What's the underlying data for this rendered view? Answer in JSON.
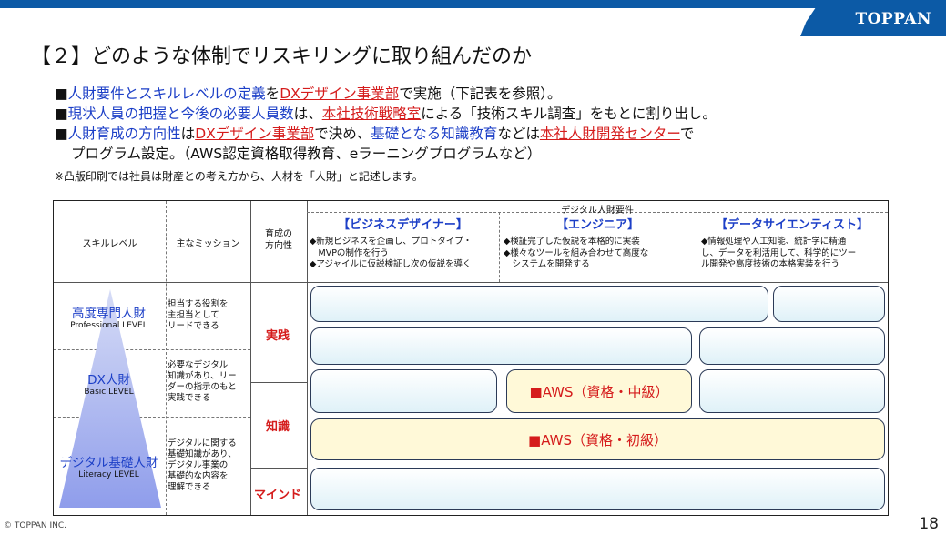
{
  "brand": {
    "logo": "TOPPAN",
    "copyright": "© TOPPAN INC.",
    "page_number": "18"
  },
  "heading": "【２】どのような体制でリスキリングに取り組んだのか",
  "bullets": [
    {
      "bullet": "■",
      "a": "人財要件とスキルレベルの定義",
      "b": "を",
      "c": "DXデザイン事業部",
      "d": "で実施（下記表を参照）。"
    },
    {
      "bullet": "■",
      "a": "現状人員の把握と今後の必要人員数",
      "b": "は、",
      "c": "本社技術戦略室",
      "d": "による「技術スキル調査」をもとに割り出し。"
    },
    {
      "bullet": "■",
      "a": "人財育成の方向性",
      "b": "は",
      "c": "DXデザイン事業部",
      "d": "で決め、",
      "e": "基礎となる知識教育",
      "f": "などは",
      "g": "本社人財開発センター",
      "h": "で"
    },
    {
      "line2": "プログラム設定。（AWS認定資格取得教育、eラーニングプログラムなど）"
    }
  ],
  "note": "※凸版印刷では社員は財産との考え方から、人材を「人財」と記述します。",
  "table": {
    "col_skill": "スキルレベル",
    "col_mission": "主なミッション",
    "col_direction": "育成の\n方向性",
    "req_header": "デジタル人財要件",
    "roles": [
      {
        "title": "【ビジネスデザイナー】",
        "desc": [
          "◆新規ビジネスを企画し、プロトタイプ・",
          "　MVPの制作を行う",
          "◆アジャイルに仮説検証し次の仮説を導く"
        ]
      },
      {
        "title": "【エンジニア】",
        "desc": [
          "◆検証完了した仮説を本格的に実装",
          "◆様々なツールを組み合わせて高度な",
          "　システムを開発する"
        ]
      },
      {
        "title": "【データサイエンティスト】",
        "desc": [
          "◆情報処理や人工知能、統計学に精通",
          "し、データを利活用して、科学的にツー",
          "ル開発や高度技術の本格実装を行う"
        ]
      }
    ],
    "levels": [
      {
        "title": "高度専門人財",
        "sub": "Professional LEVEL",
        "mission": [
          "担当する役割を",
          "主担当として",
          "リードできる"
        ]
      },
      {
        "title": "DX人財",
        "sub": "Basic LEVEL",
        "mission": [
          "必要なデジタル",
          "知識があり、リー",
          "ダーの指示のもと",
          "実践できる"
        ]
      },
      {
        "title": "デジタル基礎人財",
        "sub": "Literacy LEVEL",
        "mission": [
          "デジタルに関する",
          "基礎知識があり、",
          "デジタル事業の",
          "基礎的な内容を",
          "理解できる"
        ]
      }
    ],
    "directions": [
      "実践",
      "知識",
      "マインド"
    ],
    "aws_mid": "■AWS（資格・中級）",
    "aws_basic": "■AWS（資格・初級）"
  }
}
